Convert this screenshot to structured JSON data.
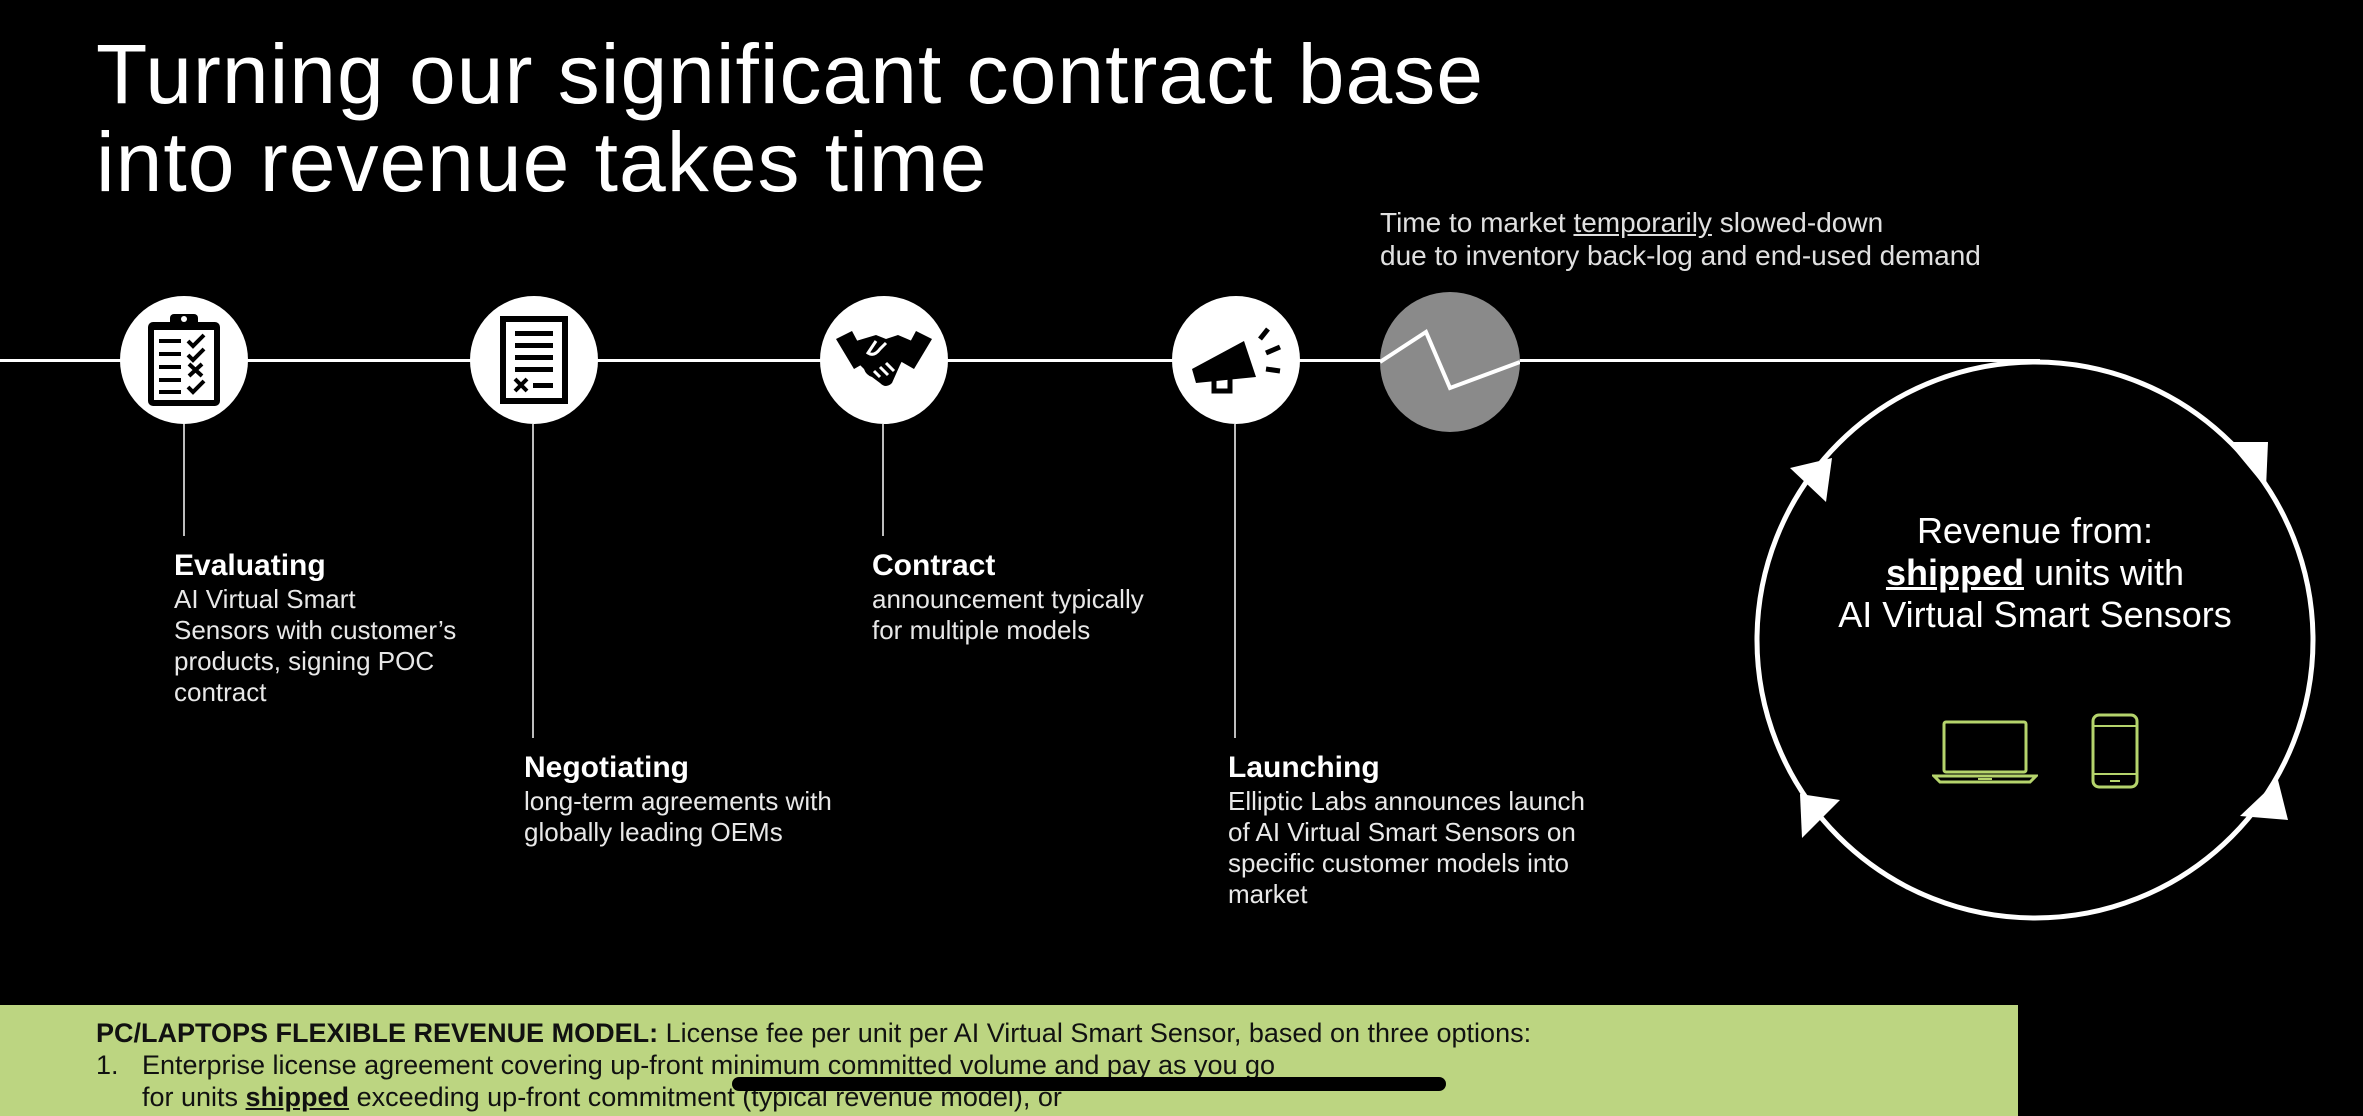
{
  "title": {
    "line1": "Turning our significant contract base",
    "line2": "into revenue takes time"
  },
  "note": {
    "line1_prefix": "Time to market ",
    "line1_emphasis": "temporarily",
    "line1_suffix": " slowed-down",
    "line2": "due to inventory back-log and end-used demand"
  },
  "stages": {
    "evaluating": {
      "icon": "clipboard-checklist-icon",
      "title": "Evaluating",
      "lines": [
        "AI Virtual Smart",
        "Sensors with customer’s",
        "products, signing POC",
        "contract"
      ]
    },
    "negotiating": {
      "icon": "document-icon",
      "title": "Negotiating",
      "lines": [
        "long-term agreements with",
        "globally leading OEMs"
      ]
    },
    "contract": {
      "icon": "handshake-icon",
      "title": "Contract",
      "lines": [
        "announcement typically",
        "for multiple models"
      ]
    },
    "launching": {
      "icon": "megaphone-icon",
      "title": "Launching",
      "lines": [
        "Elliptic Labs announces launch",
        "of AI Virtual Smart Sensors on",
        "specific customer models into",
        "market"
      ]
    },
    "slowdown": {
      "icon": "zigzag-line-icon"
    }
  },
  "cycle": {
    "line1": "Revenue from:",
    "line2_emphasis": "shipped",
    "line2_suffix": " units with",
    "line3": "AI Virtual Smart Sensors",
    "icons": [
      "laptop-icon",
      "smartphone-icon"
    ]
  },
  "banner": {
    "bold_label": "PC/LAPTOPS FLEXIBLE REVENUE MODEL:",
    "intro": " License fee per unit per AI Virtual Smart Sensor, based on three options:",
    "item1_number": "1.",
    "item1_line1": "Enterprise license agreement covering up-front minimum committed volume and pay as you go",
    "item1_line2_prefix": "for units ",
    "item1_line2_emphasis": "shipped",
    "item1_line2_suffix": " exceeding up-front commitment (typical revenue model), or"
  },
  "colors": {
    "background": "#000000",
    "banner": "#bcd581",
    "accent_green": "#b5d46c",
    "slowdown_node": "#8a8a8a"
  }
}
